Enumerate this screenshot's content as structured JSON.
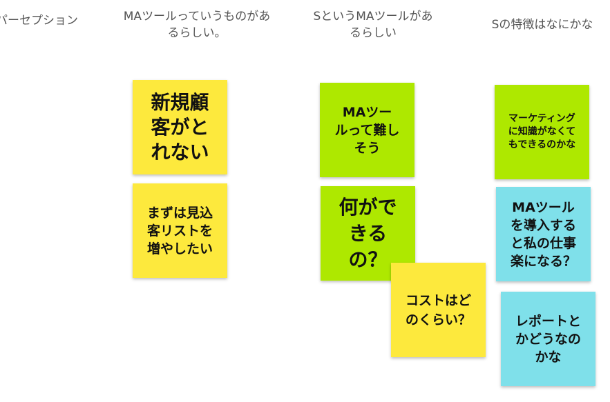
{
  "columns": [
    {
      "header": "パーセプション"
    },
    {
      "header": "MAツールっていうものがあ\nるらしい。"
    },
    {
      "header": "SというMAツールがあ\nるらしい"
    },
    {
      "header": "Sの特徴はなにかな"
    }
  ],
  "notes": [
    {
      "text": "新規顧\n客がと\nれない",
      "color": "#fde93d"
    },
    {
      "text": "まずは見込\n客リストを\n増やしたい",
      "color": "#fde93d"
    },
    {
      "text": "MAツー\nルって難し\nそう",
      "color": "#aee800"
    },
    {
      "text": "何がで\nきる\nの？",
      "color": "#aee800"
    },
    {
      "text": "コストはど\nのくらい？",
      "color": "#fde93d"
    },
    {
      "text": "マーケティング\nに知識がなくて\nもできるのかな",
      "color": "#aee800"
    },
    {
      "text": "MAツール\nを導入する\nと私の仕事\n楽になる？",
      "color": "#7fe0ea"
    },
    {
      "text": "レポートと\nかどうなの\nかな",
      "color": "#7fe0ea"
    }
  ]
}
